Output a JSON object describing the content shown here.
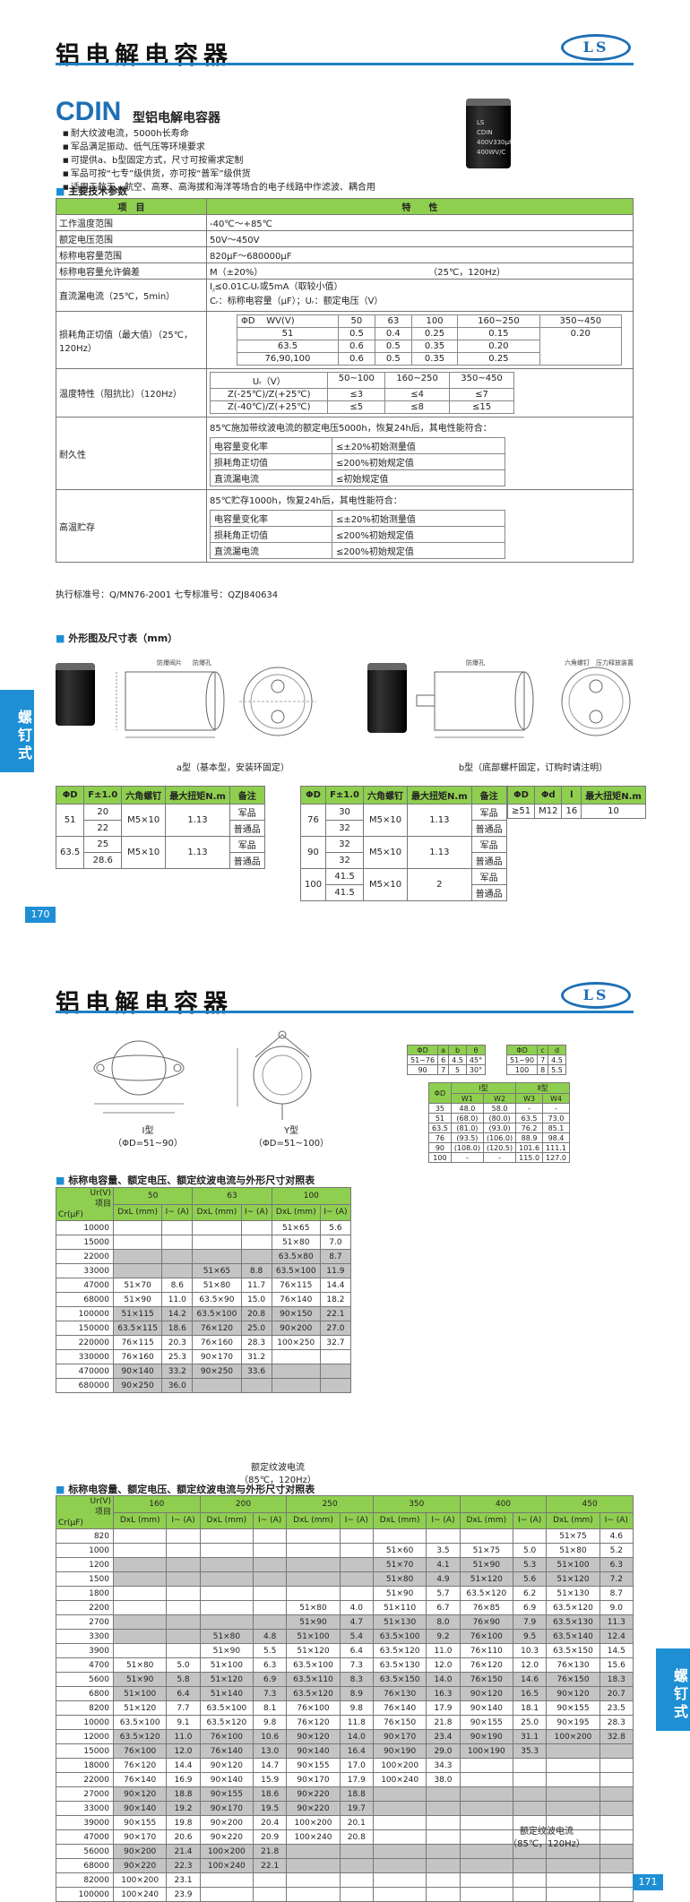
{
  "brand": {
    "logo": "LS",
    "title": "铝电解电容器"
  },
  "side_tab": "螺钉式",
  "page1": {
    "page_number": "170",
    "series": "CDIN",
    "series_subtitle": "型铝电解电容器",
    "features": [
      "耐大纹波电流，5000h长寿命",
      "军品满足振动、低气压等环境要求",
      "可提供a、b型固定方式，尺寸可按需求定制",
      "军品可按“七专”级供货，亦可按“普军”级供货",
      "适用于航天、航空、高寒、高海拔和海洋等场合的电子线路中作滤波、耦合用"
    ],
    "product_label": [
      "LS",
      "CDIN",
      "400V330μF",
      "400WV/C"
    ],
    "spec_heading": "主要技术参数",
    "spec_headers": [
      "项　目",
      "特　　性"
    ],
    "spec": {
      "temp_range": {
        "label": "工作温度范围",
        "value": "-40℃～+85℃"
      },
      "voltage_range": {
        "label": "额定电压范围",
        "value": "50V～450V"
      },
      "cap_range": {
        "label": "标称电容量范围",
        "value": "820μF～680000μF"
      },
      "cap_tol": {
        "label": "标称电容量允许偏差",
        "value": "M（±20%）",
        "cond": "（25℃，120Hz）"
      },
      "leakage": {
        "label": "直流漏电流（25℃，5min）",
        "line1": "I⁁≤0.01CᵣUᵣ或5mA（取较小值）",
        "line2": "Cᵣ：标称电容量（μF）；Uᵣ：额定电压（V）"
      },
      "tan": {
        "label": "损耗角正切值（最大值）（25℃，120Hz）",
        "head": [
          "ΦD",
          "WV(V)",
          "50",
          "63",
          "100",
          "160~250",
          "350~450"
        ],
        "rows": [
          [
            "51",
            "0.5",
            "0.4",
            "0.25",
            "0.15"
          ],
          [
            "63.5",
            "0.6",
            "0.5",
            "0.35",
            "0.20"
          ],
          [
            "76,90,100",
            "0.6",
            "0.5",
            "0.35",
            "0.25"
          ]
        ],
        "last_col": "0.20"
      },
      "temp_char": {
        "label": "温度特性（阻抗比）（120Hz）",
        "head": [
          "Uᵣ（V）",
          "50~100",
          "160~250",
          "350~450"
        ],
        "rows": [
          [
            "Z(-25℃)/Z(+25℃)",
            "≤3",
            "≤4",
            "≤7"
          ],
          [
            "Z(-40℃)/Z(+25℃)",
            "≤5",
            "≤8",
            "≤15"
          ]
        ]
      },
      "endurance": {
        "label": "耐久性",
        "intro": "85℃施加带纹波电流的额定电压5000h，恢复24h后，其电性能符合：",
        "rows": [
          [
            "电容量变化率",
            "≤±20%初始测量值"
          ],
          [
            "损耗角正切值",
            "≤200%初始规定值"
          ],
          [
            "直流漏电流",
            "≤初始规定值"
          ]
        ]
      },
      "shelf": {
        "label": "高温贮存",
        "intro": "85℃贮存1000h，恢复24h后，其电性能符合：",
        "rows": [
          [
            "电容量变化率",
            "≤±20%初始测量值"
          ],
          [
            "损耗角正切值",
            "≤200%初始规定值"
          ],
          [
            "直流漏电流",
            "≤200%初始规定值"
          ]
        ]
      }
    },
    "standard": "执行标准号：Q/MN76-2001 七专标准号：QZJ840634",
    "dim_heading": "外形图及尺寸表（mm）",
    "diag_labels": {
      "a": [
        "防爆阀片",
        "防爆孔"
      ],
      "b": [
        "防爆孔",
        "防爆阀"
      ],
      "screw": [
        "六角螺钉",
        "压力释放装置"
      ]
    },
    "caption_a": "a型（基本型，安装环固定）",
    "caption_b": "b型（底部螺杆固定，订购时请注明）",
    "table_a": {
      "head": [
        "ΦD",
        "F±1.0",
        "六角螺钉",
        "最大扭矩N.m",
        "备注"
      ],
      "rows": [
        [
          "51",
          "20",
          "M5×10",
          "1.13",
          "军品"
        ],
        [
          "",
          "22",
          "",
          "",
          "普通品"
        ],
        [
          "63.5",
          "25",
          "M5×10",
          "1.13",
          "军品"
        ],
        [
          "",
          "28.6",
          "",
          "",
          "普通品"
        ]
      ]
    },
    "table_b": {
      "head": [
        "ΦD",
        "F±1.0",
        "六角螺钉",
        "最大扭矩N.m",
        "备注"
      ],
      "rows": [
        [
          "76",
          "30",
          "M5×10",
          "1.13",
          "军品"
        ],
        [
          "",
          "32",
          "",
          "",
          "普通品"
        ],
        [
          "90",
          "32",
          "M5×10",
          "1.13",
          "军品"
        ],
        [
          "",
          "32",
          "",
          "",
          "普通品"
        ],
        [
          "100",
          "41.5",
          "M5×10",
          "2",
          "军品"
        ],
        [
          "",
          "41.5",
          "",
          "",
          "普通品"
        ]
      ]
    },
    "table_c": {
      "head": [
        "ΦD",
        "Φd",
        "l",
        "最大扭矩N.m"
      ],
      "row": [
        "≥51",
        "M12",
        "16",
        "10"
      ]
    }
  },
  "page2": {
    "page_number": "171",
    "caption_i": [
      "I型",
      "（ΦD=51~90）"
    ],
    "caption_y": [
      "Y型",
      "（ΦD=51~100）"
    ],
    "small1": {
      "head": [
        "ΦD",
        "a",
        "b",
        "θ"
      ],
      "rows": [
        [
          "51~76",
          "6",
          "4.5",
          "45°"
        ],
        [
          "90",
          "7",
          "5",
          "30°"
        ]
      ]
    },
    "small2": {
      "head": [
        "ΦD",
        "c",
        "d"
      ],
      "rows": [
        [
          "51~90",
          "7",
          "4.5"
        ],
        [
          "100",
          "8",
          "5.5"
        ]
      ]
    },
    "small3": {
      "head": [
        "ΦD",
        "I型",
        "",
        "Ⅱ型",
        ""
      ],
      "sub": [
        "",
        "W1",
        "W2",
        "W3",
        "W4"
      ],
      "rows": [
        [
          "35",
          "48.0",
          "58.0",
          "-",
          "-"
        ],
        [
          "51",
          "(68.0)",
          "(80.0)",
          "63.5",
          "73.0"
        ],
        [
          "63.5",
          "(81.0)",
          "(93.0)",
          "76.2",
          "85.1"
        ],
        [
          "76",
          "(93.5)",
          "(106.0)",
          "88.9",
          "98.4"
        ],
        [
          "90",
          "(108.0)",
          "(120.5)",
          "101.6",
          "111.1"
        ],
        [
          "100",
          "-",
          "-",
          "115.0",
          "127.0"
        ]
      ]
    },
    "table1_heading": "标称电容量、额定电压、额定纹波电流与外形尺寸对照表",
    "table1": {
      "ur": "Ur(V)",
      "item": "项目",
      "cr": "Cr(μF)",
      "voltages": [
        "50",
        "63",
        "100"
      ],
      "sub": [
        "DxL (mm)",
        "I~ (A)"
      ],
      "rows": [
        [
          "10000",
          "",
          "",
          "",
          "",
          "51×65",
          "5.6"
        ],
        [
          "15000",
          "",
          "",
          "",
          "",
          "51×80",
          "7.0"
        ],
        [
          "22000",
          "",
          "",
          "",
          "",
          "63.5×80",
          "8.7"
        ],
        [
          "33000",
          "",
          "",
          "51×65",
          "8.8",
          "63.5×100",
          "11.9"
        ],
        [
          "47000",
          "51×70",
          "8.6",
          "51×80",
          "11.7",
          "76×115",
          "14.4"
        ],
        [
          "68000",
          "51×90",
          "11.0",
          "63.5×90",
          "15.0",
          "76×140",
          "18.2"
        ],
        [
          "100000",
          "51×115",
          "14.2",
          "63.5×100",
          "20.8",
          "90×150",
          "22.1"
        ],
        [
          "150000",
          "63.5×115",
          "18.6",
          "76×120",
          "25.0",
          "90×200",
          "27.0"
        ],
        [
          "220000",
          "76×115",
          "20.3",
          "76×160",
          "28.3",
          "100×250",
          "32.7"
        ],
        [
          "330000",
          "76×160",
          "25.3",
          "90×170",
          "31.2",
          "",
          ""
        ],
        [
          "470000",
          "90×140",
          "33.2",
          "90×250",
          "33.6",
          "",
          ""
        ],
        [
          "680000",
          "90×250",
          "36.0",
          "",
          "",
          "",
          ""
        ]
      ],
      "note": [
        "额定纹波电流",
        "（85℃，120Hz）"
      ]
    },
    "table2_heading": "标称电容量、额定电压、额定纹波电流与外形尺寸对照表",
    "table2": {
      "ur": "Ur(V)",
      "item": "项目",
      "cr": "Cr(μF)",
      "voltages": [
        "160",
        "200",
        "250",
        "350",
        "400",
        "450"
      ],
      "sub": [
        "DxL (mm)",
        "I~ (A)"
      ],
      "rows": [
        [
          "820",
          "",
          "",
          "",
          "",
          "",
          "",
          "",
          "",
          "",
          "",
          "51×75",
          "4.6"
        ],
        [
          "1000",
          "",
          "",
          "",
          "",
          "",
          "",
          "51×60",
          "3.5",
          "51×75",
          "5.0",
          "51×80",
          "5.2"
        ],
        [
          "1200",
          "",
          "",
          "",
          "",
          "",
          "",
          "51×70",
          "4.1",
          "51×90",
          "5.3",
          "51×100",
          "6.3"
        ],
        [
          "1500",
          "",
          "",
          "",
          "",
          "",
          "",
          "51×80",
          "4.9",
          "51×120",
          "5.6",
          "51×120",
          "7.2"
        ],
        [
          "1800",
          "",
          "",
          "",
          "",
          "",
          "",
          "51×90",
          "5.7",
          "63.5×120",
          "6.2",
          "51×130",
          "8.7"
        ],
        [
          "2200",
          "",
          "",
          "",
          "",
          "51×80",
          "4.0",
          "51×110",
          "6.7",
          "76×85",
          "6.9",
          "63.5×120",
          "9.0"
        ],
        [
          "2700",
          "",
          "",
          "",
          "",
          "51×90",
          "4.7",
          "51×130",
          "8.0",
          "76×90",
          "7.9",
          "63.5×130",
          "11.3"
        ],
        [
          "3300",
          "",
          "",
          "51×80",
          "4.8",
          "51×100",
          "5.4",
          "63.5×100",
          "9.2",
          "76×100",
          "9.5",
          "63.5×140",
          "12.4"
        ],
        [
          "3900",
          "",
          "",
          "51×90",
          "5.5",
          "51×120",
          "6.4",
          "63.5×120",
          "11.0",
          "76×110",
          "10.3",
          "63.5×150",
          "14.5"
        ],
        [
          "4700",
          "51×80",
          "5.0",
          "51×100",
          "6.3",
          "63.5×100",
          "7.3",
          "63.5×130",
          "12.0",
          "76×120",
          "12.0",
          "76×130",
          "15.6"
        ],
        [
          "5600",
          "51×90",
          "5.8",
          "51×120",
          "6.9",
          "63.5×110",
          "8.3",
          "63.5×150",
          "14.0",
          "76×150",
          "14.6",
          "76×150",
          "18.3"
        ],
        [
          "6800",
          "51×100",
          "6.4",
          "51×140",
          "7.3",
          "63.5×120",
          "8.9",
          "76×130",
          "16.3",
          "90×120",
          "16.5",
          "90×120",
          "20.7"
        ],
        [
          "8200",
          "51×120",
          "7.7",
          "63.5×100",
          "8.1",
          "76×100",
          "9.8",
          "76×140",
          "17.9",
          "90×140",
          "18.1",
          "90×155",
          "23.5"
        ],
        [
          "10000",
          "63.5×100",
          "9.1",
          "63.5×120",
          "9.8",
          "76×120",
          "11.8",
          "76×150",
          "21.8",
          "90×155",
          "25.0",
          "90×195",
          "28.3"
        ],
        [
          "12000",
          "63.5×120",
          "11.0",
          "76×100",
          "10.6",
          "90×120",
          "14.0",
          "90×170",
          "23.4",
          "90×190",
          "31.1",
          "100×200",
          "32.8"
        ],
        [
          "15000",
          "76×100",
          "12.0",
          "76×140",
          "13.0",
          "90×140",
          "16.4",
          "90×190",
          "29.0",
          "100×190",
          "35.3",
          "",
          ""
        ],
        [
          "18000",
          "76×120",
          "14.4",
          "90×120",
          "14.7",
          "90×155",
          "17.0",
          "100×200",
          "34.3",
          "",
          "",
          "",
          ""
        ],
        [
          "22000",
          "76×140",
          "16.9",
          "90×140",
          "15.9",
          "90×170",
          "17.9",
          "100×240",
          "38.0",
          "",
          "",
          "",
          ""
        ],
        [
          "27000",
          "90×120",
          "18.8",
          "90×155",
          "18.6",
          "90×220",
          "18.8",
          "",
          "",
          "",
          "",
          "",
          ""
        ],
        [
          "33000",
          "90×140",
          "19.2",
          "90×170",
          "19.5",
          "90×220",
          "19.7",
          "",
          "",
          "",
          "",
          "",
          ""
        ],
        [
          "39000",
          "90×155",
          "19.8",
          "90×200",
          "20.4",
          "100×200",
          "20.1",
          "",
          "",
          "",
          "",
          "",
          ""
        ],
        [
          "47000",
          "90×170",
          "20.6",
          "90×220",
          "20.9",
          "100×240",
          "20.8",
          "",
          "",
          "",
          "",
          "",
          ""
        ],
        [
          "56000",
          "90×200",
          "21.4",
          "100×200",
          "21.8",
          "",
          "",
          "",
          "",
          "",
          "",
          "",
          ""
        ],
        [
          "68000",
          "90×220",
          "22.3",
          "100×240",
          "22.1",
          "",
          "",
          "",
          "",
          "",
          "",
          "",
          ""
        ],
        [
          "82000",
          "100×200",
          "23.1",
          "",
          "",
          "",
          "",
          "",
          "",
          "",
          "",
          "",
          ""
        ],
        [
          "100000",
          "100×240",
          "23.9",
          "",
          "",
          "",
          "",
          "",
          "",
          "",
          "",
          "",
          ""
        ]
      ],
      "note": [
        "额定纹波电流",
        "（85℃，120Hz）"
      ]
    }
  }
}
